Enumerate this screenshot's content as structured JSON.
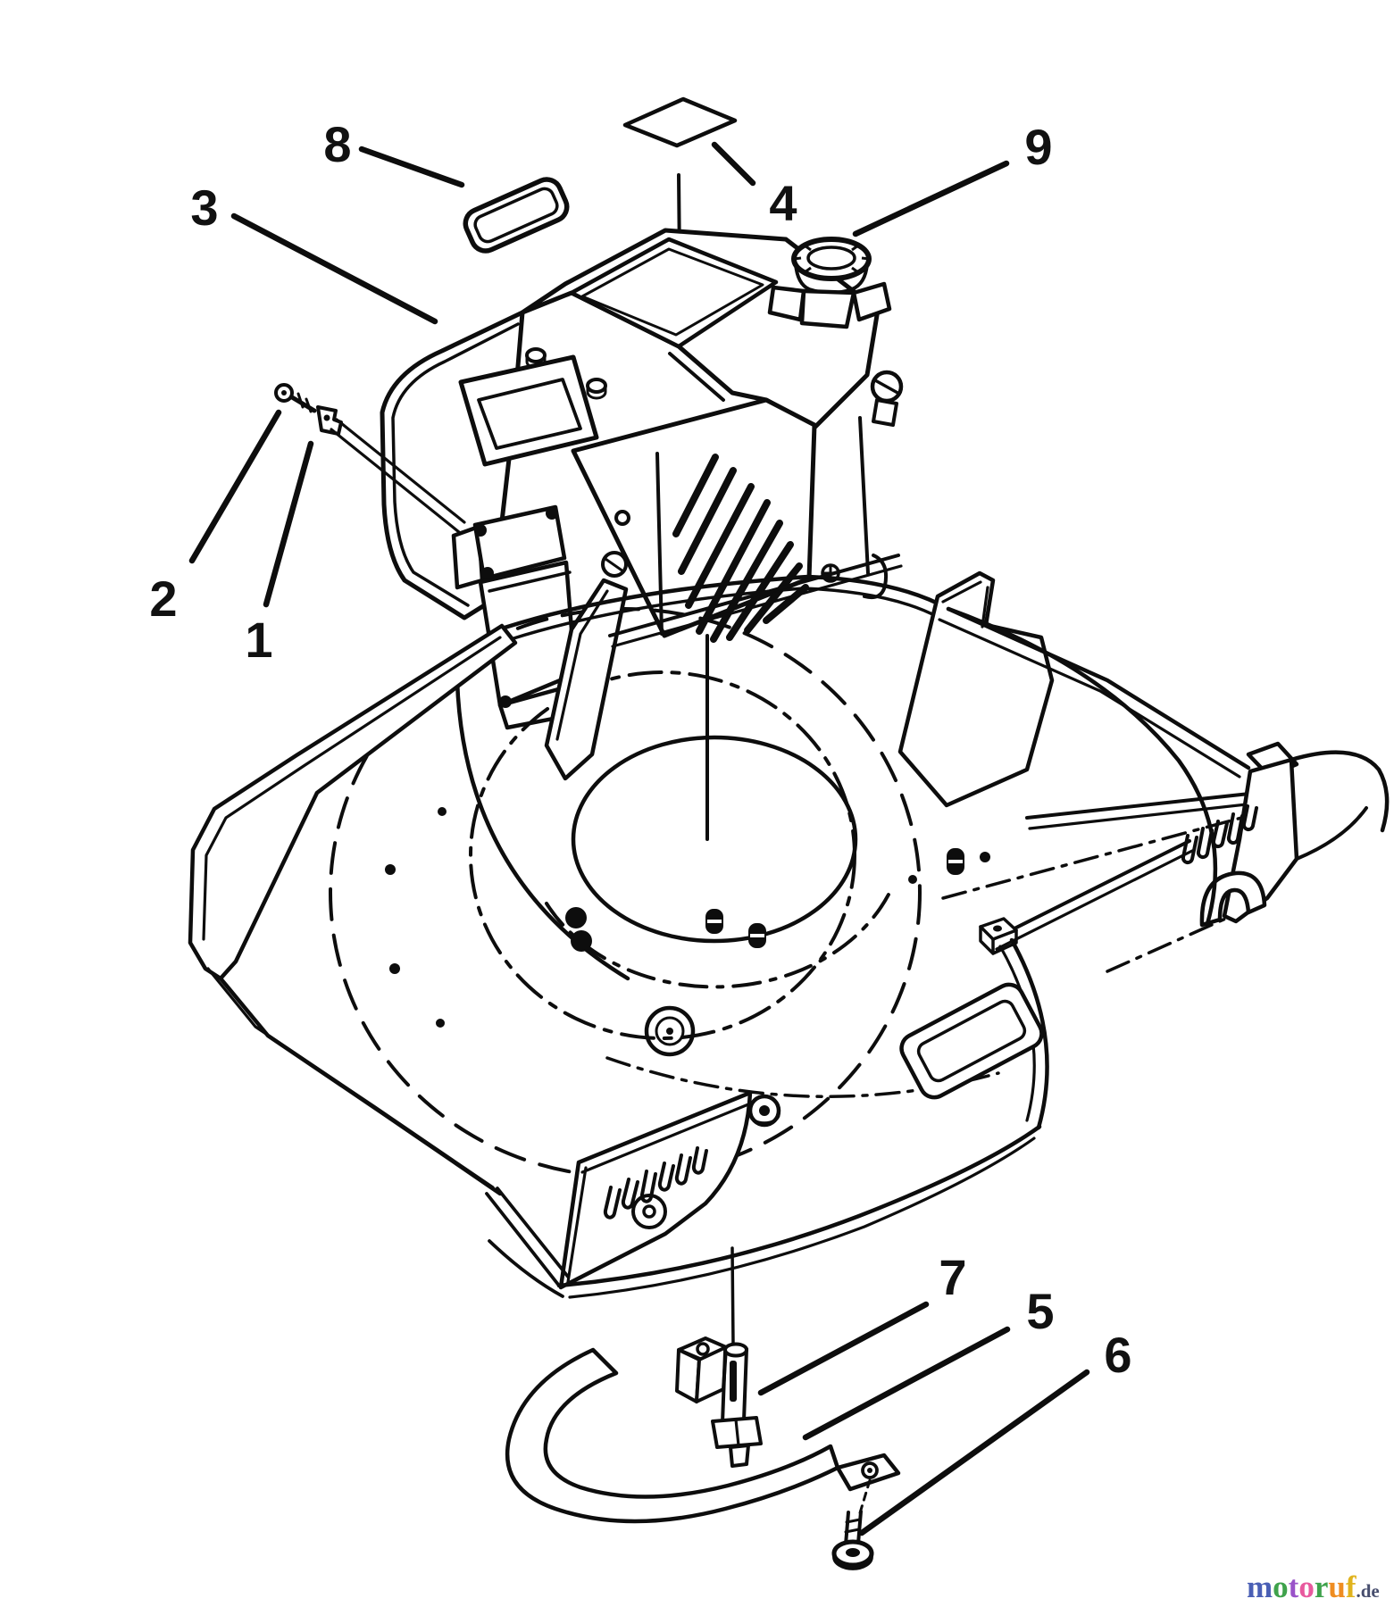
{
  "figure": {
    "type": "exploded-parts-diagram",
    "subject": "lawn mower engine and deck assembly",
    "callouts": [
      {
        "id": "1",
        "label": "1"
      },
      {
        "id": "2",
        "label": "2"
      },
      {
        "id": "3",
        "label": "3"
      },
      {
        "id": "4",
        "label": "4"
      },
      {
        "id": "5",
        "label": "5"
      },
      {
        "id": "6",
        "label": "6"
      },
      {
        "id": "7",
        "label": "7"
      },
      {
        "id": "8",
        "label": "8"
      },
      {
        "id": "9",
        "label": "9"
      }
    ]
  },
  "watermark": {
    "text": "motoruf.de",
    "letters": [
      {
        "ch": "m",
        "color": "#4a5fb5"
      },
      {
        "ch": "o",
        "color": "#3fa24c"
      },
      {
        "ch": "t",
        "color": "#9a53c9"
      },
      {
        "ch": "o",
        "color": "#e85a9e"
      },
      {
        "ch": "r",
        "color": "#3fa24c"
      },
      {
        "ch": "u",
        "color": "#ef8d21"
      },
      {
        "ch": "f",
        "color": "#e0b31e"
      }
    ],
    "suffix": ".de",
    "suffix_color": "#474e6e"
  },
  "canvas": {
    "background": "#ffffff",
    "line_color": "#0d0d0d"
  }
}
